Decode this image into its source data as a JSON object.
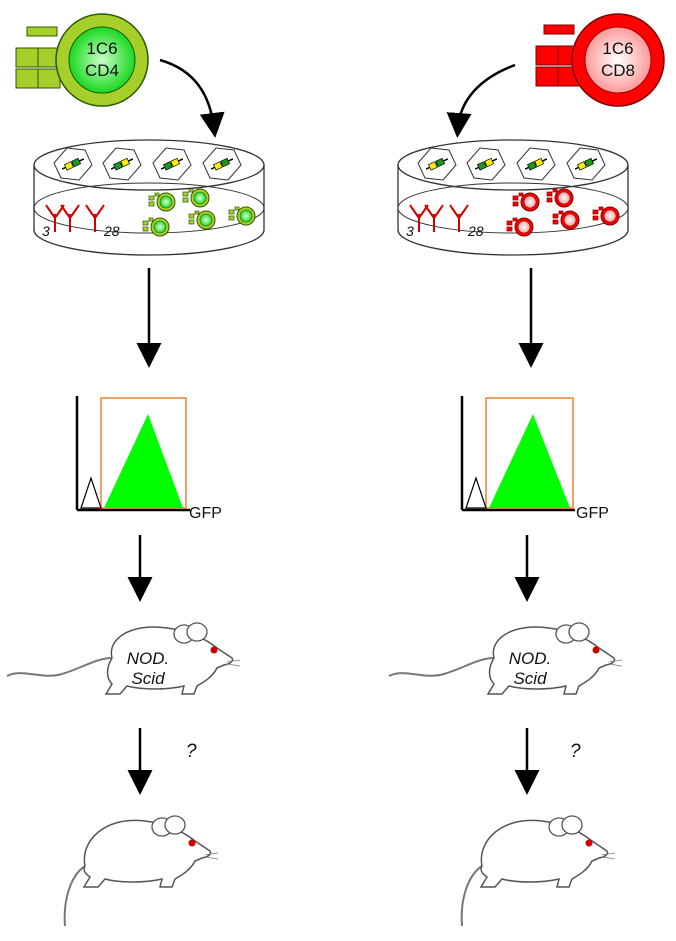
{
  "colors": {
    "cd4_ring": "#a6cf2a",
    "cd4_core": "#22e22c",
    "cd4_ring_stroke": "#2a5a00",
    "cd8_ring": "#ff0000",
    "cd8_core": "#ffb3b3",
    "cd8_ring_stroke": "#7a0000",
    "gfp_fill": "#00ff00",
    "gate": "#f08030",
    "antibody": "#d40000",
    "mouse_eye": "#cc0000",
    "arrow": "#000000",
    "vector_green": "#1a9a1a",
    "vector_yellow": "#ffee00"
  },
  "left": {
    "cell_line1": "1C6",
    "cell_line2": "CD4",
    "antibody_label_a": "3",
    "antibody_label_b": "28",
    "histogram_axis_label": "GFP",
    "mouse_strain_line1": "NOD.",
    "mouse_strain_line2": "Scid",
    "outcome_mark": "?"
  },
  "right": {
    "cell_line1": "1C6",
    "cell_line2": "CD8",
    "antibody_label_a": "3",
    "antibody_label_b": "28",
    "histogram_axis_label": "GFP",
    "mouse_strain_line1": "NOD.",
    "mouse_strain_line2": "Scid",
    "outcome_mark": "?"
  }
}
